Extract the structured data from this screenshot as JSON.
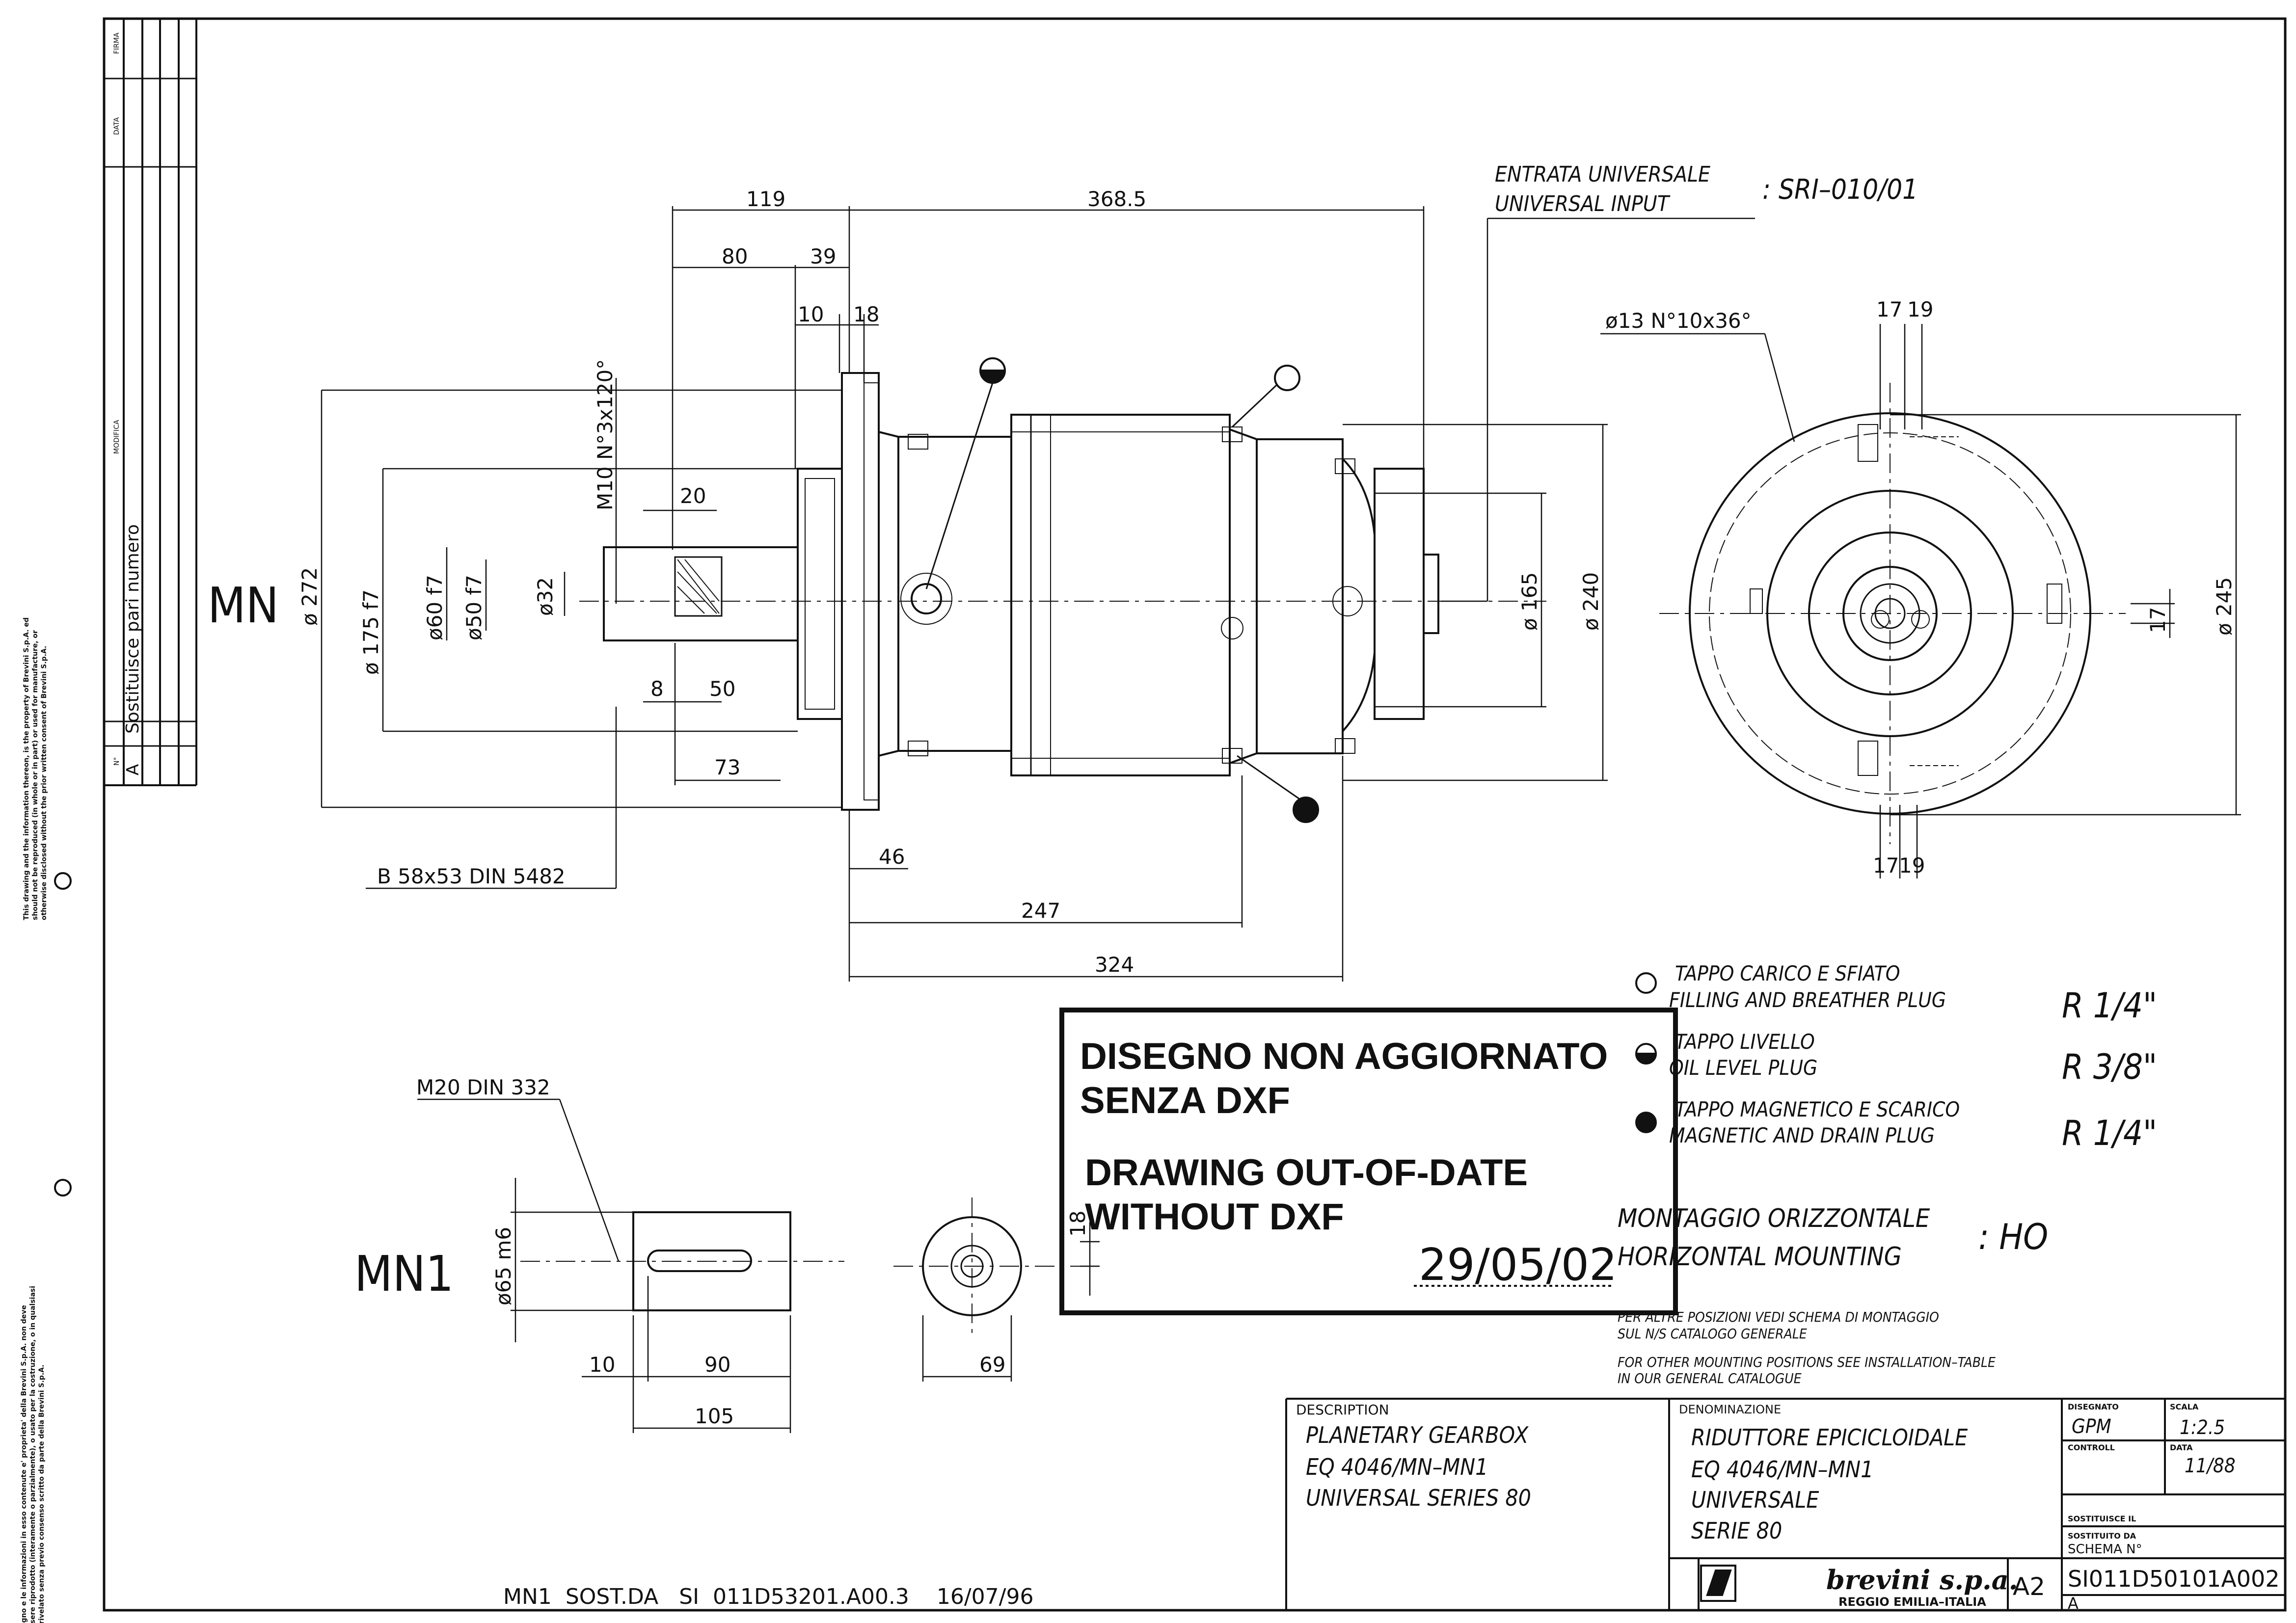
{
  "revision_block": {
    "headers": {
      "no": "N°",
      "modifica": "MODIFICA",
      "data": "DATA",
      "firma": "FIRMA"
    },
    "row": {
      "no": "A",
      "text": "Sostituisce pari numero"
    }
  },
  "margin_notes": {
    "en": "This drawing and the information thereon, is the property of Brevini S.p.A. ed should not be reproduced (in whole or in part) or used for manufacture, or otherwise disclosed without the prior written consent of Brevini S.p.A.",
    "it": "Questo disegno e le informazioni in esso contenute e' proprieta' della Brevini S.p.A. non deve pertanto essere riprodotto (interamente o parzialmente), o usato per la costruzione, o in qualsiasi altro modo rivelato senza previo consenso scritto da parte della Brevini S.p.A."
  },
  "views": {
    "mn": "MN",
    "mn1": "MN1"
  },
  "dims_side": {
    "d119": "119",
    "d368_5": "368.5",
    "d80": "80",
    "d39": "39",
    "d10": "10",
    "d18": "18",
    "m10": "M10 N°3x120°",
    "d20": "20",
    "d8": "8",
    "d50": "50",
    "d73": "73",
    "d46": "46",
    "d247": "247",
    "d324": "324",
    "phi272": "ø 272",
    "phi175": "ø 175  f7",
    "phi60": "ø60  f7",
    "phi50": "ø50  f7",
    "phi32": "ø32",
    "phi165": "ø 165",
    "phi240": "ø 240",
    "spline": "B 58x53 DIN 5482"
  },
  "input": {
    "it": "ENTRATA UNIVERSALE",
    "en": "UNIVERSAL INPUT",
    "code": ": SRI–010/01"
  },
  "dims_front": {
    "holes": "ø13 N°10x36°",
    "d17a": "17",
    "d19a": "19",
    "d17b": "17",
    "d19b": "19",
    "d17c": "17",
    "phi245": "ø 245"
  },
  "dims_mn1": {
    "m20": "M20 DIN 332",
    "phi65": "ø65  m6",
    "d10": "10",
    "d90": "90",
    "d105": "105",
    "d18": "18",
    "d69": "69"
  },
  "legend": {
    "fill_it": "TAPPO CARICO E SFIATO",
    "fill_en": "FILLING AND BREATHER PLUG",
    "fill_size": "R 1/4\"",
    "level_it": "TAPPO LIVELLO",
    "level_en": "OIL LEVEL PLUG",
    "level_size": "R 3/8\"",
    "drain_it": "TAPPO MAGNETICO E SCARICO",
    "drain_en": "MAGNETIC AND DRAIN PLUG",
    "drain_size": "R 1/4\""
  },
  "mounting": {
    "it": "MONTAGGIO ORIZZONTALE",
    "en": "HORIZONTAL MOUNTING",
    "code": ": HO",
    "note1": "PER ALTRE POSIZIONI VEDI SCHEMA DI MONTAGGIO",
    "note2": "SUL N/S CATALOGO GENERALE",
    "note3": "FOR OTHER MOUNTING POSITIONS SEE INSTALLATION–TABLE",
    "note4": "IN OUR GENERAL CATALOGUE"
  },
  "stamp": {
    "l1": "DISEGNO NON AGGIORNATO",
    "l2": "SENZA DXF",
    "l3": "DRAWING OUT-OF-DATE",
    "l4": "WITHOUT DXF",
    "date": "29/05/02"
  },
  "title_block": {
    "description_label": "DESCRIPTION",
    "desc1": "PLANETARY GEARBOX",
    "desc2": "EQ 4046/MN–MN1",
    "desc3": "UNIVERSAL SERIES 80",
    "denom_label": "DENOMINAZIONE",
    "den1": "RIDUTTORE EPICICLOIDALE",
    "den2": "EQ 4046/MN–MN1",
    "den3": "UNIVERSALE",
    "den4": "SERIE 80",
    "disegnato_label": "DISEGNATO",
    "disegnato": "GPM",
    "scala_label": "SCALA",
    "scala": "1:2.5",
    "controll_label": "CONTROLL",
    "data_label": "DATA",
    "data": "11/88",
    "sostituisce_label": "SOSTITUISCE IL",
    "sostituito_label": "SOSTITUITO DA",
    "schema_label": "SCHEMA N°",
    "schema": "SI011D50101A002",
    "rev": "A",
    "size": "A2",
    "company": "brevini s.p.a.",
    "city": "REGGIO EMILIA–ITALIA"
  },
  "bottom_note": "MN1  SOST.DA   SI  011D53201.A00.3    16/07/96"
}
